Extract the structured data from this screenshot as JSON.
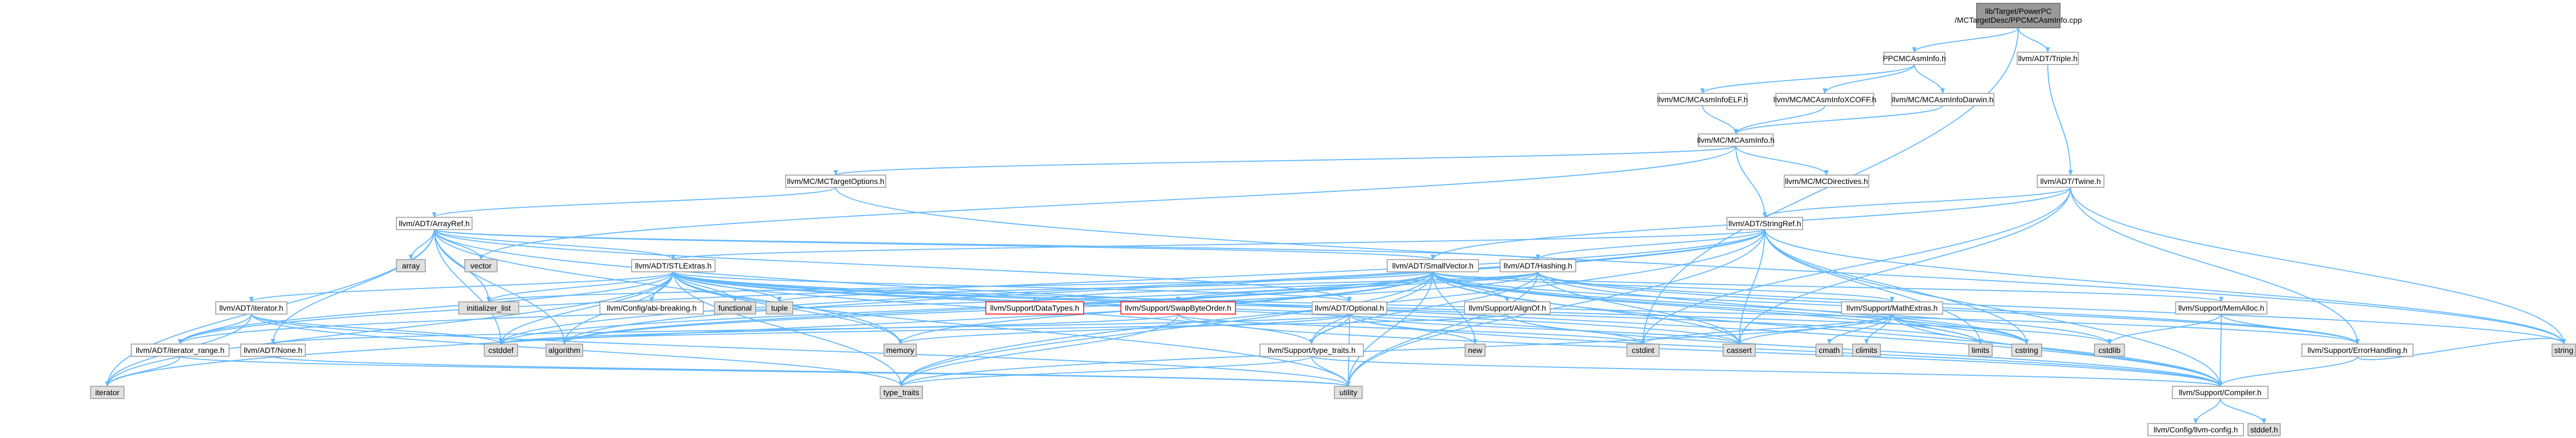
{
  "colors": {
    "edge": "#63b8ff",
    "node_fill": "#ffffff",
    "node_border": "#999999",
    "missing_fill": "#e0e0e0",
    "missing_border": "#999999",
    "root_fill": "#999999",
    "root_border": "#666666",
    "incomplete_border": "#ff0000"
  },
  "nodes": [
    {
      "id": "root",
      "label": [
        "lib/Target/PowerPC",
        "/MCTargetDesc/PPCMCAsmInfo.cpp"
      ],
      "kind": "root"
    },
    {
      "id": "ppcmcasminfo",
      "label": [
        "PPCMCAsmInfo.h"
      ],
      "kind": "file"
    },
    {
      "id": "triple",
      "label": [
        "llvm/ADT/Triple.h"
      ],
      "kind": "file"
    },
    {
      "id": "asminfoelf",
      "label": [
        "llvm/MC/MCAsmInfoELF.h"
      ],
      "kind": "file"
    },
    {
      "id": "asminfoxcoff",
      "label": [
        "llvm/MC/MCAsmInfoXCOFF.h"
      ],
      "kind": "file"
    },
    {
      "id": "asminfodarwin",
      "label": [
        "llvm/MC/MCAsmInfoDarwin.h"
      ],
      "kind": "file"
    },
    {
      "id": "mcasminfo",
      "label": [
        "llvm/MC/MCAsmInfo.h"
      ],
      "kind": "file"
    },
    {
      "id": "mctargetoptions",
      "label": [
        "llvm/MC/MCTargetOptions.h"
      ],
      "kind": "file"
    },
    {
      "id": "mcdirectives",
      "label": [
        "llvm/MC/MCDirectives.h"
      ],
      "kind": "file"
    },
    {
      "id": "twine",
      "label": [
        "llvm/ADT/Twine.h"
      ],
      "kind": "file"
    },
    {
      "id": "arrayref",
      "label": [
        "llvm/ADT/ArrayRef.h"
      ],
      "kind": "file"
    },
    {
      "id": "stringref",
      "label": [
        "llvm/ADT/StringRef.h"
      ],
      "kind": "file"
    },
    {
      "id": "array",
      "label": [
        "array"
      ],
      "kind": "system"
    },
    {
      "id": "vector",
      "label": [
        "vector"
      ],
      "kind": "system"
    },
    {
      "id": "stlextras",
      "label": [
        "llvm/ADT/STLExtras.h"
      ],
      "kind": "file"
    },
    {
      "id": "smallvector",
      "label": [
        "llvm/ADT/SmallVector.h"
      ],
      "kind": "file"
    },
    {
      "id": "hashing",
      "label": [
        "llvm/ADT/Hashing.h"
      ],
      "kind": "file"
    },
    {
      "id": "iteratorh",
      "label": [
        "llvm/ADT/iterator.h"
      ],
      "kind": "file"
    },
    {
      "id": "initlist",
      "label": [
        "initializer_list"
      ],
      "kind": "system"
    },
    {
      "id": "abibreaking",
      "label": [
        "llvm/Config/abi-breaking.h"
      ],
      "kind": "file"
    },
    {
      "id": "functional",
      "label": [
        "functional"
      ],
      "kind": "system"
    },
    {
      "id": "tuple",
      "label": [
        "tuple"
      ],
      "kind": "system"
    },
    {
      "id": "datatypes",
      "label": [
        "llvm/Support/DataTypes.h"
      ],
      "kind": "incomplete"
    },
    {
      "id": "swapbyteorder",
      "label": [
        "llvm/Support/SwapByteOrder.h"
      ],
      "kind": "incomplete"
    },
    {
      "id": "optional",
      "label": [
        "llvm/ADT/Optional.h"
      ],
      "kind": "file"
    },
    {
      "id": "alignof",
      "label": [
        "llvm/Support/AlignOf.h"
      ],
      "kind": "file"
    },
    {
      "id": "mathextras",
      "label": [
        "llvm/Support/MathExtras.h"
      ],
      "kind": "file"
    },
    {
      "id": "memalloc",
      "label": [
        "llvm/Support/MemAlloc.h"
      ],
      "kind": "file"
    },
    {
      "id": "iterrange",
      "label": [
        "llvm/ADT/iterator_range.h"
      ],
      "kind": "file"
    },
    {
      "id": "noneh",
      "label": [
        "llvm/ADT/None.h"
      ],
      "kind": "file"
    },
    {
      "id": "cstddef",
      "label": [
        "cstddef"
      ],
      "kind": "system"
    },
    {
      "id": "algorithm",
      "label": [
        "algorithm"
      ],
      "kind": "system"
    },
    {
      "id": "memory",
      "label": [
        "memory"
      ],
      "kind": "system"
    },
    {
      "id": "typetraitsllvm",
      "label": [
        "llvm/Support/type_traits.h"
      ],
      "kind": "file"
    },
    {
      "id": "newh",
      "label": [
        "new"
      ],
      "kind": "system"
    },
    {
      "id": "cstdint",
      "label": [
        "cstdint"
      ],
      "kind": "system"
    },
    {
      "id": "cassert",
      "label": [
        "cassert"
      ],
      "kind": "system"
    },
    {
      "id": "cmath",
      "label": [
        "cmath"
      ],
      "kind": "system"
    },
    {
      "id": "climits",
      "label": [
        "climits"
      ],
      "kind": "system"
    },
    {
      "id": "limits",
      "label": [
        "limits"
      ],
      "kind": "system"
    },
    {
      "id": "cstring",
      "label": [
        "cstring"
      ],
      "kind": "system"
    },
    {
      "id": "cstdlib",
      "label": [
        "cstdlib"
      ],
      "kind": "system"
    },
    {
      "id": "errorhandling",
      "label": [
        "llvm/Support/ErrorHandling.h"
      ],
      "kind": "file"
    },
    {
      "id": "string",
      "label": [
        "string"
      ],
      "kind": "system"
    },
    {
      "id": "iterator",
      "label": [
        "iterator"
      ],
      "kind": "system"
    },
    {
      "id": "typetraits",
      "label": [
        "type_traits"
      ],
      "kind": "system"
    },
    {
      "id": "utility",
      "label": [
        "utility"
      ],
      "kind": "system"
    },
    {
      "id": "compiler",
      "label": [
        "llvm/Support/Compiler.h"
      ],
      "kind": "file"
    },
    {
      "id": "llvmconfig",
      "label": [
        "llvm/Config/llvm-config.h"
      ],
      "kind": "file"
    },
    {
      "id": "stddef",
      "label": [
        "stddef.h"
      ],
      "kind": "system"
    }
  ],
  "edges": [
    [
      "root",
      "ppcmcasminfo"
    ],
    [
      "root",
      "triple"
    ],
    [
      "root",
      "cstdint"
    ],
    [
      "ppcmcasminfo",
      "asminfoelf"
    ],
    [
      "ppcmcasminfo",
      "asminfoxcoff"
    ],
    [
      "ppcmcasminfo",
      "asminfodarwin"
    ],
    [
      "triple",
      "twine"
    ],
    [
      "asminfoelf",
      "mcasminfo"
    ],
    [
      "asminfoxcoff",
      "mcasminfo"
    ],
    [
      "asminfodarwin",
      "mcasminfo"
    ],
    [
      "mcasminfo",
      "mctargetoptions"
    ],
    [
      "mcasminfo",
      "mcdirectives"
    ],
    [
      "mcasminfo",
      "stringref"
    ],
    [
      "mcasminfo",
      "vector"
    ],
    [
      "mctargetoptions",
      "arrayref"
    ],
    [
      "mctargetoptions",
      "string"
    ],
    [
      "twine",
      "stringref"
    ],
    [
      "twine",
      "smallvector"
    ],
    [
      "twine",
      "cassert"
    ],
    [
      "twine",
      "cstdint"
    ],
    [
      "twine",
      "errorhandling"
    ],
    [
      "twine",
      "string"
    ],
    [
      "arrayref",
      "array"
    ],
    [
      "arrayref",
      "vector"
    ],
    [
      "arrayref",
      "stlextras"
    ],
    [
      "arrayref",
      "smallvector"
    ],
    [
      "arrayref",
      "hashing"
    ],
    [
      "arrayref",
      "initlist"
    ],
    [
      "arrayref",
      "iterator"
    ],
    [
      "arrayref",
      "cstddef"
    ],
    [
      "arrayref",
      "algorithm"
    ],
    [
      "arrayref",
      "memory"
    ],
    [
      "arrayref",
      "compiler"
    ],
    [
      "arrayref",
      "noneh"
    ],
    [
      "arrayref",
      "optional"
    ],
    [
      "stringref",
      "stlextras"
    ],
    [
      "stringref",
      "iterrange"
    ],
    [
      "stringref",
      "compiler"
    ],
    [
      "stringref",
      "algorithm"
    ],
    [
      "stringref",
      "cassert"
    ],
    [
      "stringref",
      "cstddef"
    ],
    [
      "stringref",
      "cstring"
    ],
    [
      "stringref",
      "limits"
    ],
    [
      "stringref",
      "string"
    ],
    [
      "stringref",
      "typetraits"
    ],
    [
      "stringref",
      "utility"
    ],
    [
      "stringref",
      "hashing"
    ],
    [
      "stlextras",
      "iteratorh"
    ],
    [
      "stlextras",
      "iterrange"
    ],
    [
      "stlextras",
      "optional"
    ],
    [
      "stlextras",
      "typetraitsllvm"
    ],
    [
      "stlextras",
      "errorhandling"
    ],
    [
      "stlextras",
      "initlist"
    ],
    [
      "stlextras",
      "abibreaking"
    ],
    [
      "stlextras",
      "functional"
    ],
    [
      "stlextras",
      "tuple"
    ],
    [
      "stlextras",
      "cassert"
    ],
    [
      "stlextras",
      "cstddef"
    ],
    [
      "stlextras",
      "cstdint"
    ],
    [
      "stlextras",
      "cstdlib"
    ],
    [
      "stlextras",
      "iterator"
    ],
    [
      "stlextras",
      "limits"
    ],
    [
      "stlextras",
      "memory"
    ],
    [
      "stlextras",
      "typetraits"
    ],
    [
      "stlextras",
      "utility"
    ],
    [
      "stlextras",
      "algorithm"
    ],
    [
      "smallvector",
      "iterrange"
    ],
    [
      "smallvector",
      "alignof"
    ],
    [
      "smallvector",
      "compiler"
    ],
    [
      "smallvector",
      "errorhandling"
    ],
    [
      "smallvector",
      "mathextras"
    ],
    [
      "smallvector",
      "memalloc"
    ],
    [
      "smallvector",
      "typetraitsllvm"
    ],
    [
      "smallvector",
      "algorithm"
    ],
    [
      "smallvector",
      "cassert"
    ],
    [
      "smallvector",
      "cstddef"
    ],
    [
      "smallvector",
      "cstdlib"
    ],
    [
      "smallvector",
      "cstring"
    ],
    [
      "smallvector",
      "initlist"
    ],
    [
      "smallvector",
      "iterator"
    ],
    [
      "smallvector",
      "limits"
    ],
    [
      "smallvector",
      "memory"
    ],
    [
      "smallvector",
      "newh"
    ],
    [
      "smallvector",
      "typetraits"
    ],
    [
      "smallvector",
      "utility"
    ],
    [
      "hashing",
      "datatypes"
    ],
    [
      "hashing",
      "errorhandling"
    ],
    [
      "hashing",
      "swapbyteorder"
    ],
    [
      "hashing",
      "typetraitsllvm"
    ],
    [
      "hashing",
      "algorithm"
    ],
    [
      "hashing",
      "cassert"
    ],
    [
      "hashing",
      "cstring"
    ],
    [
      "hashing",
      "string"
    ],
    [
      "hashing",
      "tuple"
    ],
    [
      "hashing",
      "utility"
    ],
    [
      "iteratorh",
      "iterrange"
    ],
    [
      "iteratorh",
      "cstddef"
    ],
    [
      "iteratorh",
      "iterator"
    ],
    [
      "iteratorh",
      "typetraits"
    ],
    [
      "iteratorh",
      "utility"
    ],
    [
      "iterrange",
      "iterator"
    ],
    [
      "iterrange",
      "utility"
    ],
    [
      "noneh",
      "utility"
    ],
    [
      "optional",
      "noneh"
    ],
    [
      "optional",
      "compiler"
    ],
    [
      "optional",
      "typetraitsllvm"
    ],
    [
      "optional",
      "cassert"
    ],
    [
      "optional",
      "memory"
    ],
    [
      "optional",
      "newh"
    ],
    [
      "optional",
      "utility"
    ],
    [
      "swapbyteorder",
      "compiler"
    ],
    [
      "swapbyteorder",
      "cstddef"
    ],
    [
      "swapbyteorder",
      "cstdint"
    ],
    [
      "swapbyteorder",
      "typetraits"
    ],
    [
      "alignof",
      "compiler"
    ],
    [
      "alignof",
      "cstddef"
    ],
    [
      "mathextras",
      "compiler"
    ],
    [
      "mathextras",
      "cassert"
    ],
    [
      "mathextras",
      "climits"
    ],
    [
      "mathextras",
      "cmath"
    ],
    [
      "mathextras",
      "cstdint"
    ],
    [
      "mathextras",
      "cstring"
    ],
    [
      "mathextras",
      "limits"
    ],
    [
      "mathextras",
      "typetraits"
    ],
    [
      "memalloc",
      "compiler"
    ],
    [
      "memalloc",
      "errorhandling"
    ],
    [
      "memalloc",
      "cstdlib"
    ],
    [
      "typetraitsllvm",
      "compiler"
    ],
    [
      "typetraitsllvm",
      "typetraits"
    ],
    [
      "typetraitsllvm",
      "utility"
    ],
    [
      "errorhandling",
      "compiler"
    ],
    [
      "errorhandling",
      "string"
    ],
    [
      "compiler",
      "llvmconfig"
    ],
    [
      "compiler",
      "stddef"
    ]
  ]
}
